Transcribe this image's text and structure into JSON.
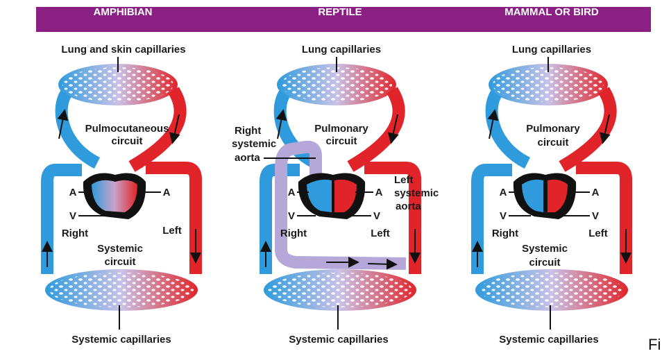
{
  "headers": [
    "AMPHIBIAN",
    "REPTILE",
    "MAMMAL OR BIRD"
  ],
  "amphibian": {
    "top_label": "Lung and skin capillaries",
    "circuit_top": [
      "Pulmocutaneous",
      "circuit"
    ],
    "atrium_left": "A",
    "atrium_right": "A",
    "ventricle": "V",
    "side_right": "Right",
    "side_left": "Left",
    "circuit_bottom": [
      "Systemic",
      "circuit"
    ],
    "bottom_label": "Systemic capillaries"
  },
  "reptile": {
    "top_label": "Lung capillaries",
    "circuit_top": [
      "Pulmonary",
      "circuit"
    ],
    "right_aorta": [
      "Right",
      "systemic",
      "aorta"
    ],
    "left_aorta": [
      "Left",
      "systemic",
      "aorta"
    ],
    "atrium_left": "A",
    "atrium_right": "A",
    "ventricle_left": "V",
    "ventricle_right": "V",
    "side_right": "Right",
    "side_left": "Left",
    "bottom_label": "Systemic capillaries"
  },
  "mammal": {
    "top_label": "Lung capillaries",
    "circuit_top": [
      "Pulmonary",
      "circuit"
    ],
    "atrium_left": "A",
    "atrium_right": "A",
    "ventricle_left": "V",
    "ventricle_right": "V",
    "side_right": "Right",
    "side_left": "Left",
    "circuit_bottom": [
      "Systemic",
      "circuit"
    ],
    "bottom_label": "Systemic capillaries"
  },
  "footer_text": "Fi",
  "colors": {
    "header": "#8a1f84",
    "oxygen_poor": "#2f9bdc",
    "oxygen_rich": "#e0242a",
    "mixed": "#b5a8d8",
    "heart": "#111111"
  }
}
